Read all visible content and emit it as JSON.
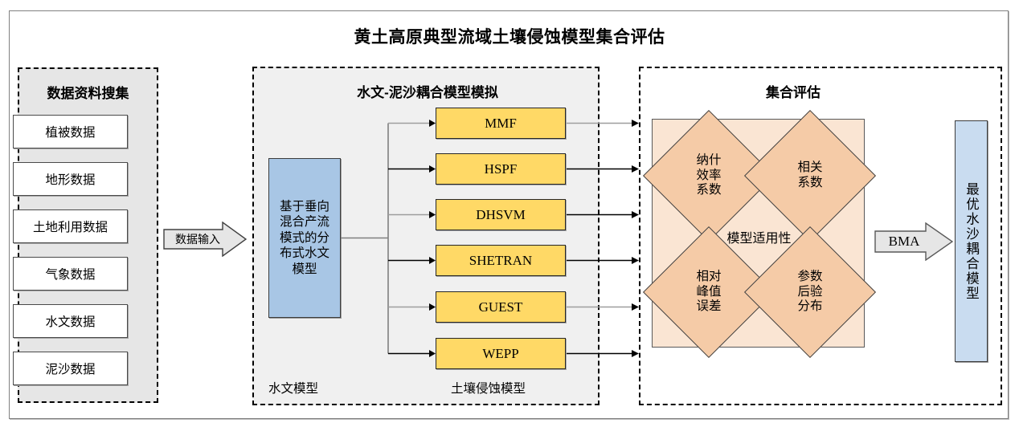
{
  "title": "黄土高原典型流域土壤侵蚀模型集合评估",
  "panels": {
    "data_collection": {
      "title": "数据资料搜集",
      "items": [
        {
          "label": "植被数据"
        },
        {
          "label": "地形数据"
        },
        {
          "label": "土地利用数据"
        },
        {
          "label": "气象数据"
        },
        {
          "label": "水文数据"
        },
        {
          "label": "泥沙数据"
        }
      ]
    },
    "model_simulation": {
      "title": "水文-泥沙耦合模型模拟",
      "hydro_box": "基于垂向混合产流模式的分布式水文模型",
      "hydro_sub_label": "水文模型",
      "erosion_sub_label": "土壤侵蚀模型",
      "models": [
        {
          "label": "MMF"
        },
        {
          "label": "HSPF"
        },
        {
          "label": "DHSVM"
        },
        {
          "label": "SHETRAN"
        },
        {
          "label": "GUEST"
        },
        {
          "label": "WEPP"
        }
      ]
    },
    "ensemble_evaluation": {
      "title": "集合评估",
      "center_label": "模型适用性",
      "criteria": [
        {
          "label": "纳什\n效率\n系数"
        },
        {
          "label": "相关\n系数"
        },
        {
          "label": "相对\n峰值\n误差"
        },
        {
          "label": "参数\n后验\n分布"
        }
      ]
    }
  },
  "arrows": {
    "data_input": "数据输入",
    "bma": "BMA"
  },
  "final_output": {
    "label": "最优水沙耦合模型"
  },
  "colors": {
    "model_box": "#FFD966",
    "hydro_box": "#A8C6E5",
    "final_box": "#C9DCF0",
    "eval_area": "#FAE5D3",
    "diamond": "#F5CBA7",
    "data_panel": "#E6E6E6",
    "model_panel": "#F0F0F0"
  }
}
